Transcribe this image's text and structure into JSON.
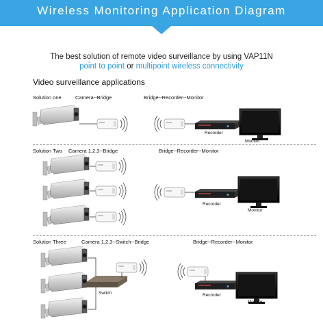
{
  "header": {
    "title": "Wireless Monitoring Application Diagram",
    "banner_color": "#3aa5e3"
  },
  "intro": {
    "line1": "The best solution of remote video surveillance by using VAP11N",
    "line2_part1": "point to point",
    "line2_join": " or ",
    "line2_part2": "multipoint wireless connectivity",
    "accent_color": "#2b9be0"
  },
  "section_title": "Video surveillance applications",
  "solutions": [
    {
      "name": "Solution one",
      "left_label": "Camera--Bridge",
      "right_label": "Bridge--Recorder--Monitor"
    },
    {
      "name": "Solution Two",
      "left_label": "Camera 1,2,3--Bridge",
      "right_label": "Bridge--Recorder--Monitor"
    },
    {
      "name": "Solution Three",
      "left_label": "Camera 1,2,3--Switch--Bridge",
      "right_label": "Bridge--Recorder--Monitor"
    }
  ],
  "devices": {
    "recorder": "Recorder",
    "monitor": "Monitor",
    "switch": "Switch"
  }
}
